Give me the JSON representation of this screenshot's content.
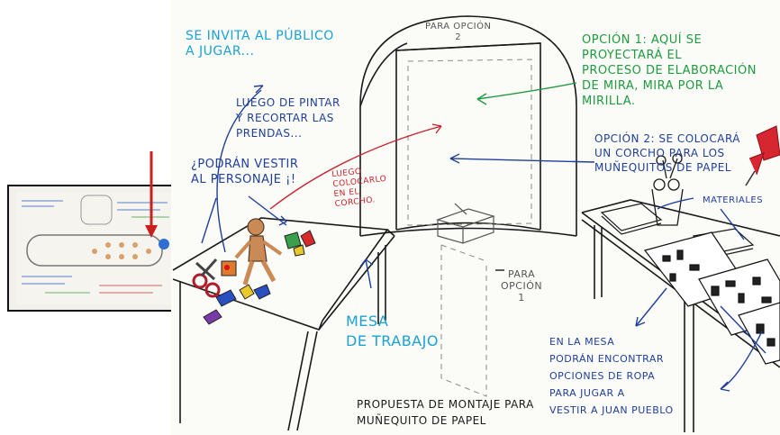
{
  "texts": {
    "invite": "SE INVITA AL PÚBLICO\nA JUGAR...",
    "paint": "LUEGO DE PINTAR\nY RECORTAR LAS\nPRENDAS...",
    "dress": "¿PODRÁN VESTIR\nAL PERSONAJE ¡!",
    "cork_note": "LUEGO\nCOLOCARLO\nEN EL\nCORCHO.",
    "para_opcion_2": "PARA OPCIÓN\n2",
    "opcion1": "OPCIÓN 1: AQUÍ SE\nPROYECTARÁ EL\nPROCESO DE ELABORACIÓN\nDE MIRA, MIRA POR LA\nMIRILLA.",
    "opcion2": "OPCIÓN 2: SE COLOCARÁ\nUN CORCHO PARA LOS\nMUÑEQUITOS DE PAPEL",
    "materiales": "MATERIALES",
    "para_opcion_1": "PARA\nOPCIÓN\n1",
    "mesa": "MESA\nDE TRABAJO",
    "mesa_note": "EN LA MESA\nPODRÁN ENCONTRAR\nOPCIONES DE ROPA\nPARA JUGAR A\nVESTIR A JUAN PUEBLO",
    "propuesta": "PROPUESTA DE MONTAJE PARA\nMUÑEQUITO DE PAPEL"
  },
  "colors": {
    "blue": "#1f3f9a",
    "cyan": "#1ba1d6",
    "green": "#1f9a3f",
    "red": "#c8232c",
    "ink": "#1a1a1a"
  }
}
